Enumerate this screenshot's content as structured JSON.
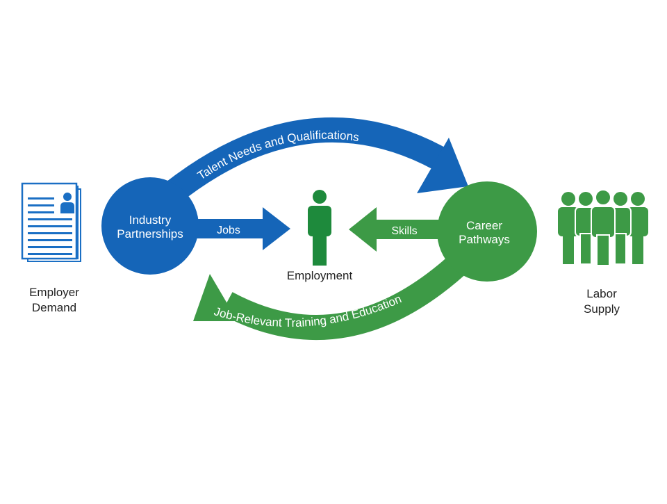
{
  "colors": {
    "blue": "#1565b8",
    "green": "#3d9a46",
    "dark_green": "#1e8a3c",
    "paper_blue": "#1a6fc4",
    "text": "#222222"
  },
  "left_node": {
    "label_line1": "Industry",
    "label_line2": "Partnerships",
    "icon": "resume-document-icon",
    "caption_line1": "Employer",
    "caption_line2": "Demand"
  },
  "right_node": {
    "label_line1": "Career",
    "label_line2": "Pathways",
    "icon": "people-group-icon",
    "caption_line1": "Labor",
    "caption_line2": "Supply"
  },
  "center": {
    "icon": "person-icon",
    "caption": "Employment"
  },
  "arrows": {
    "top_curve": "Talent Needs and Qualifications",
    "bottom_curve": "Job-Relevant Training and Education",
    "jobs": "Jobs",
    "skills": "Skills"
  }
}
